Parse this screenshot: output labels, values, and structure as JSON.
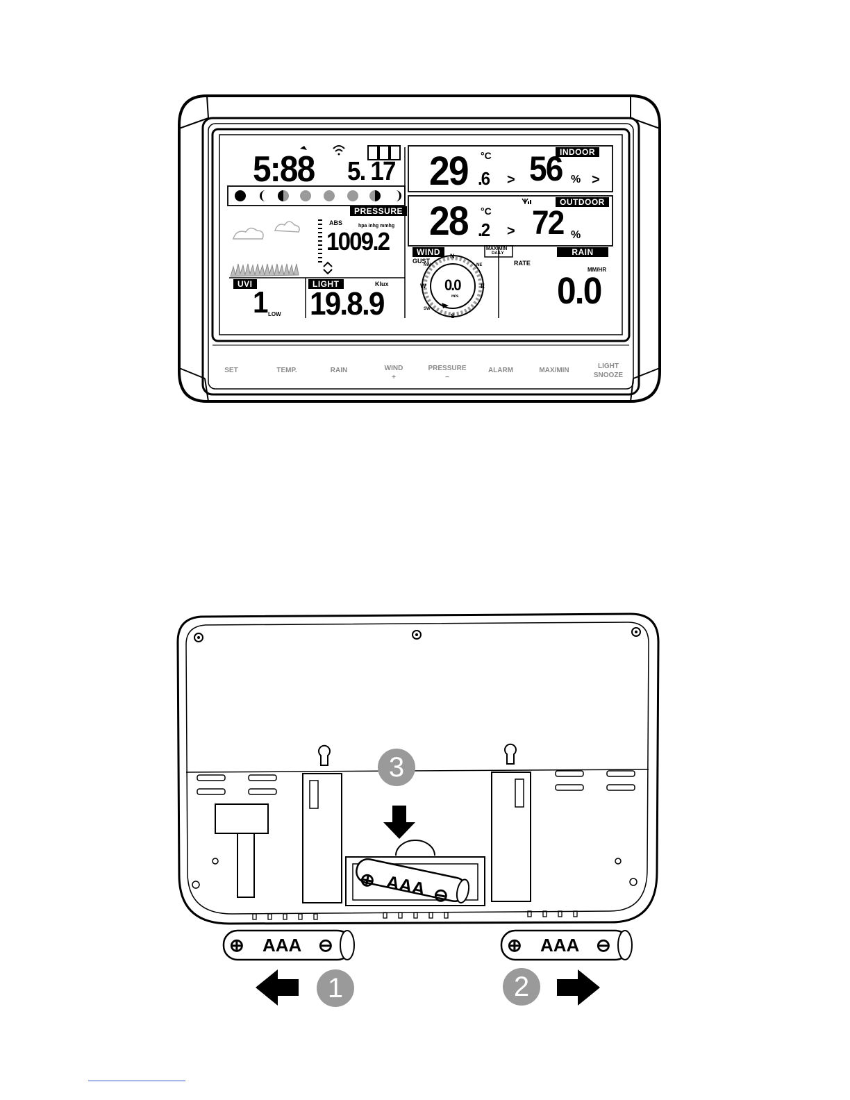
{
  "console": {
    "time": "5:88",
    "date": "5. 17",
    "indoor_label": "INDOOR",
    "indoor_temp": "29",
    "indoor_temp_decimal": ".6",
    "indoor_temp_unit": "°C",
    "indoor_humidity": "56",
    "indoor_humidity_unit": "%",
    "outdoor_label": "OUTDOOR",
    "outdoor_temp": "28",
    "outdoor_temp_decimal": ".2",
    "outdoor_temp_unit": "°C",
    "outdoor_humidity": "72",
    "outdoor_humidity_unit": "%",
    "trend_arrow": ">",
    "pressure_label": "PRESSURE",
    "pressure_abs": "ABS",
    "pressure_units": "hpa inhg mmhg",
    "pressure_value": "1009.2",
    "wind_label": "WIND",
    "wind_gust": "GUST",
    "maxmin_label": "MAX/MIN",
    "daily_label": "DAILY",
    "wind_value": "0.0",
    "wind_unit": "m/s",
    "compass": {
      "n": "N",
      "s": "S",
      "e": "E",
      "w": "W",
      "nw": "NW",
      "ne": "NE",
      "sw": "SW"
    },
    "rain_label": "RAIN",
    "rain_rate": "RATE",
    "rain_unit": "MM/HR",
    "rain_value": "0.0",
    "uvi_label": "UVI",
    "uvi_value": "1",
    "uvi_level": "LOW",
    "light_label": "LIGHT",
    "light_unit": "Klux",
    "light_value": "19.8.9"
  },
  "buttons": [
    {
      "line1": "SET",
      "line2": ""
    },
    {
      "line1": "TEMP.",
      "line2": ""
    },
    {
      "line1": "RAIN",
      "line2": ""
    },
    {
      "line1": "WIND",
      "line2": "+"
    },
    {
      "line1": "PRESSURE",
      "line2": "−"
    },
    {
      "line1": "ALARM",
      "line2": ""
    },
    {
      "line1": "MAX/MIN",
      "line2": ""
    },
    {
      "line1": "LIGHT",
      "line2": "SNOOZE"
    }
  ],
  "back": {
    "battery_type": "AAA",
    "battery_plus": "⊕",
    "battery_minus": "⊖",
    "steps": [
      "1",
      "2",
      "3"
    ]
  }
}
